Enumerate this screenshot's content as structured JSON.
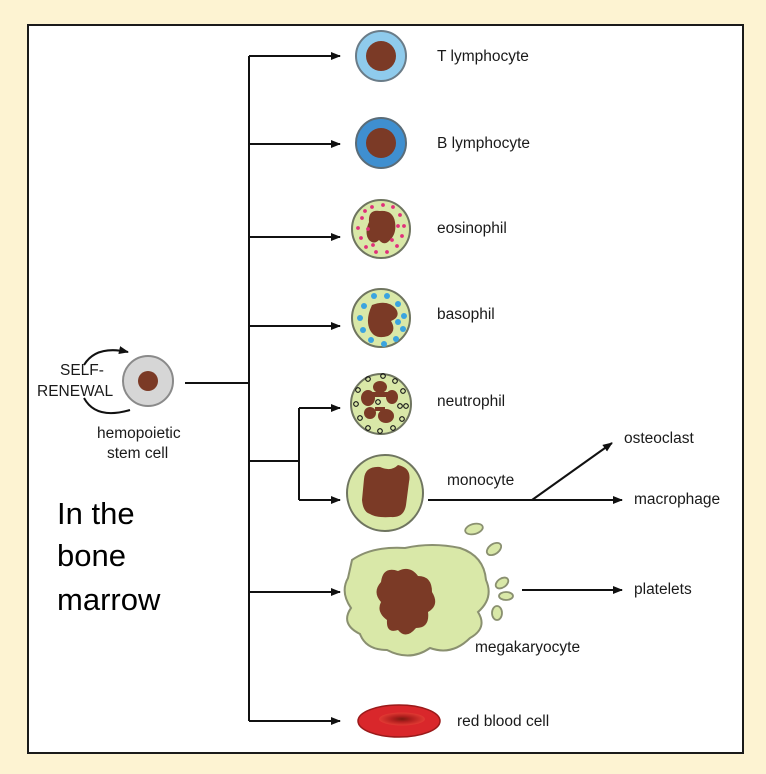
{
  "stem": {
    "self_renewal_line1": "SELF-",
    "self_renewal_line2": "RENEWAL",
    "name_line1": "hemopoietic",
    "name_line2": "stem cell"
  },
  "location": {
    "line1": "In the",
    "line2": "bone",
    "line3": "marrow"
  },
  "cells": {
    "t_lymphocyte": "T lymphocyte",
    "b_lymphocyte": "B lymphocyte",
    "eosinophil": "eosinophil",
    "basophil": "basophil",
    "neutrophil": "neutrophil",
    "monocyte": "monocyte",
    "megakaryocyte": "megakaryocyte",
    "red_blood_cell": "red blood cell"
  },
  "derived": {
    "osteoclast": "osteoclast",
    "macrophage": "macrophage",
    "platelets": "platelets"
  },
  "colors": {
    "page_background": "#fdf3d2",
    "nucleus": "#7b3a26",
    "t_cell_cytoplasm": "#8fcbec",
    "b_cell_cytoplasm": "#3f8fd0",
    "granulocyte_cytoplasm": "#d9e8a8",
    "eosinophil_granules": "#e0307a",
    "basophil_granules": "#3aa4e0",
    "red_blood_cell": "#d9272b"
  }
}
